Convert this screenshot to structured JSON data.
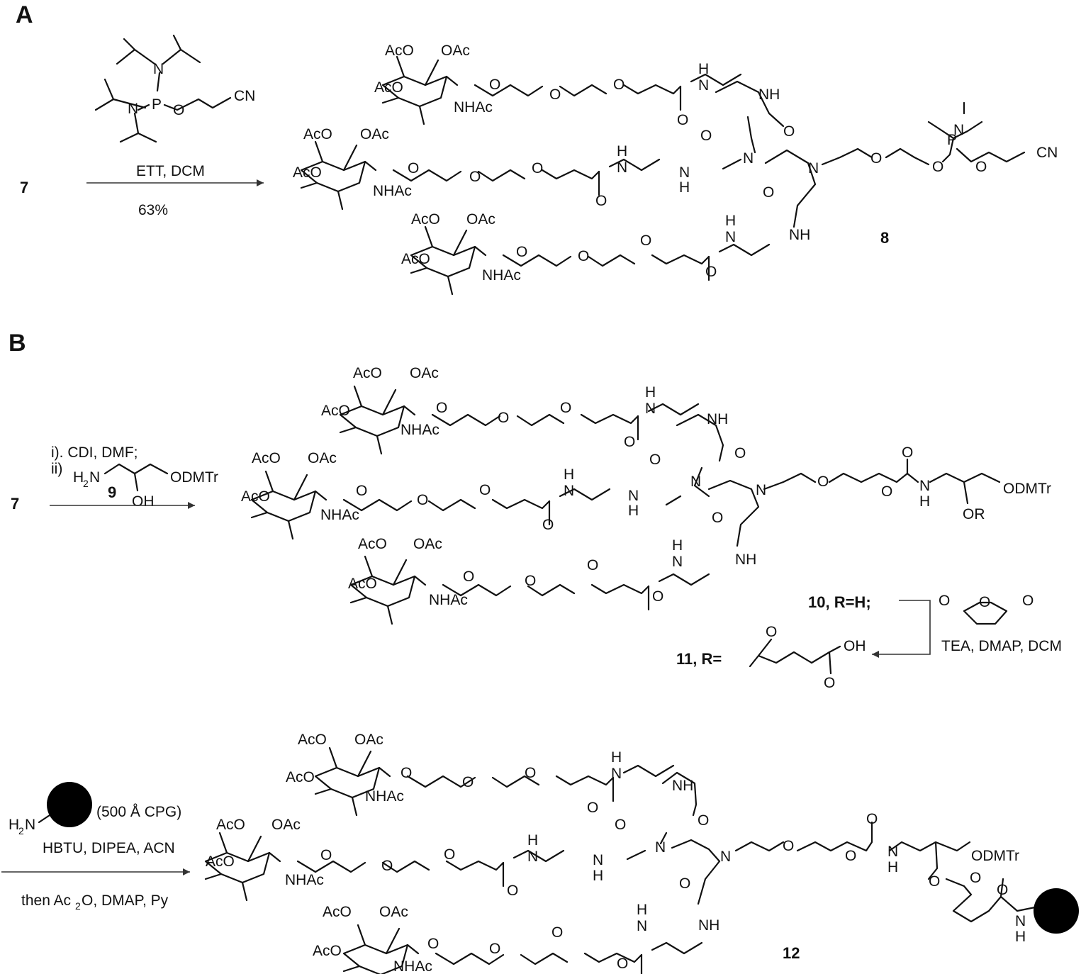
{
  "panels": {
    "a": "A",
    "b": "B"
  },
  "compounds": {
    "c7": "7",
    "c8": "8",
    "c9": "9",
    "c10": "10, R=H;",
    "c11": "11, R=",
    "c12": "12"
  },
  "reactions": {
    "a": {
      "conditions": "ETT, DCM",
      "yield": "63%"
    },
    "b": {
      "step_i": "i). CDI, DMF;",
      "step_ii": "ii)",
      "reagent_9_right": "ODMTr",
      "reagent_9_oh": "OH"
    },
    "c": {
      "conditions": "TEA, DMAP, DCM"
    },
    "d": {
      "cpg_label": "(500  Å  CPG)",
      "conditions": "HBTU, DIPEA, ACN",
      "then": "then Ac",
      "then_rest": "O, DMAP, Py"
    }
  },
  "atoms": {
    "ac_o": "AcO",
    "o_ac": "OAc",
    "nhac": "NHAc",
    "o": "O",
    "n": "N",
    "h": "H",
    "nh": "NH",
    "p": "P",
    "cn": "CN",
    "odmtr": "ODMTr",
    "or": "OR",
    "oh": "OH",
    "h2": "H",
    "two": "2"
  }
}
